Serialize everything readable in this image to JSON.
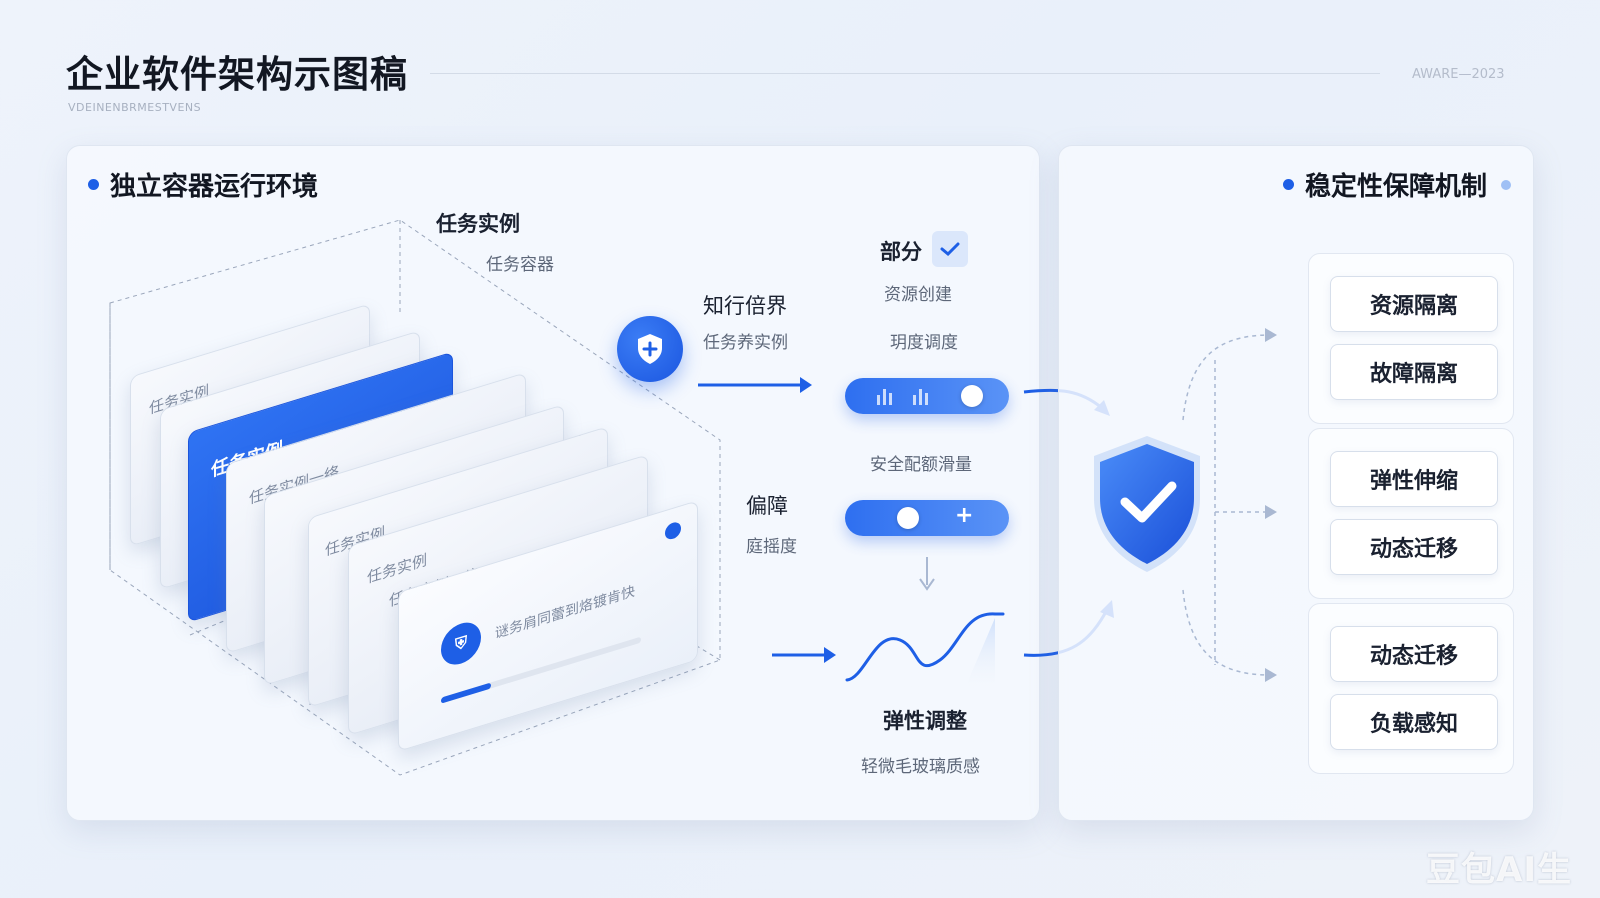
{
  "header": {
    "title": "企业软件架构示图稿",
    "subtitle": "VDEINENBRMESTVENS",
    "tag": "AWARE—2023"
  },
  "left_panel": {
    "section_title": "独立容器运行环境",
    "stack_title": "任务实例",
    "stack_subtitle": "任务容器",
    "cards": [
      "任务实例",
      "任务实例",
      "任务实例一络",
      "任务实例",
      "任务实例",
      "任务实例一络",
      "谜务肩同蕾到烙镀肯快"
    ],
    "flow_label_1": "知行倍界",
    "flow_sub_1": "任务养实例",
    "flow_label_2": "偏障",
    "flow_sub_2": "庭摇度",
    "partial_label": "部分",
    "resource_create": "资源创建",
    "schedule_label": "玥度调度",
    "quota_label": "安全配额滑量",
    "elastic_title": "弹性调整",
    "elastic_sub": "轻微毛玻璃质感",
    "toggle_1_level": 0.85,
    "toggle_2_level": 0.35
  },
  "right_panel": {
    "section_title": "稳定性保障机制",
    "groups": [
      [
        "资源隔离",
        "故障隔离"
      ],
      [
        "弹性伸缩",
        "动态迁移"
      ],
      [
        "动态迁移",
        "负载感知"
      ]
    ]
  },
  "watermark": "豆包AI生成",
  "colors": {
    "accent": "#1e5fe6",
    "accent_light": "#5a93f6",
    "background": "#eef3fb"
  },
  "icons": {
    "shield_plus": "shield-plus-icon",
    "shield_check": "shield-check-icon",
    "checkbox": "check-icon",
    "plus": "plus-icon",
    "bars": "bar-chart-icon",
    "wave": "wave-icon"
  }
}
